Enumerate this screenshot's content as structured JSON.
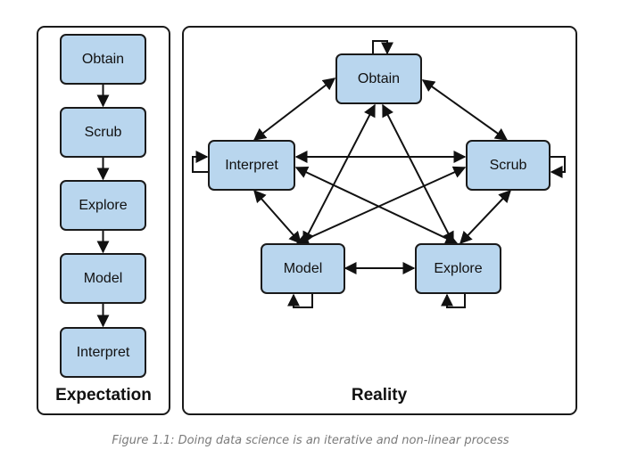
{
  "panels": {
    "expectation": {
      "label": "Expectation"
    },
    "reality": {
      "label": "Reality"
    }
  },
  "expectation_steps": [
    "Obtain",
    "Scrub",
    "Explore",
    "Model",
    "Interpret"
  ],
  "reality_nodes": {
    "obtain": "Obtain",
    "scrub": "Scrub",
    "explore": "Explore",
    "model": "Model",
    "interpret": "Interpret"
  },
  "caption": "Figure 1.1: Doing data science is an iterative and non-linear process",
  "colors": {
    "node_fill": "#b9d6ee",
    "node_stroke": "#1a1a1a",
    "arrow": "#111111",
    "panel_stroke": "#1a1a1a",
    "caption_text": "#7a7a7a"
  }
}
